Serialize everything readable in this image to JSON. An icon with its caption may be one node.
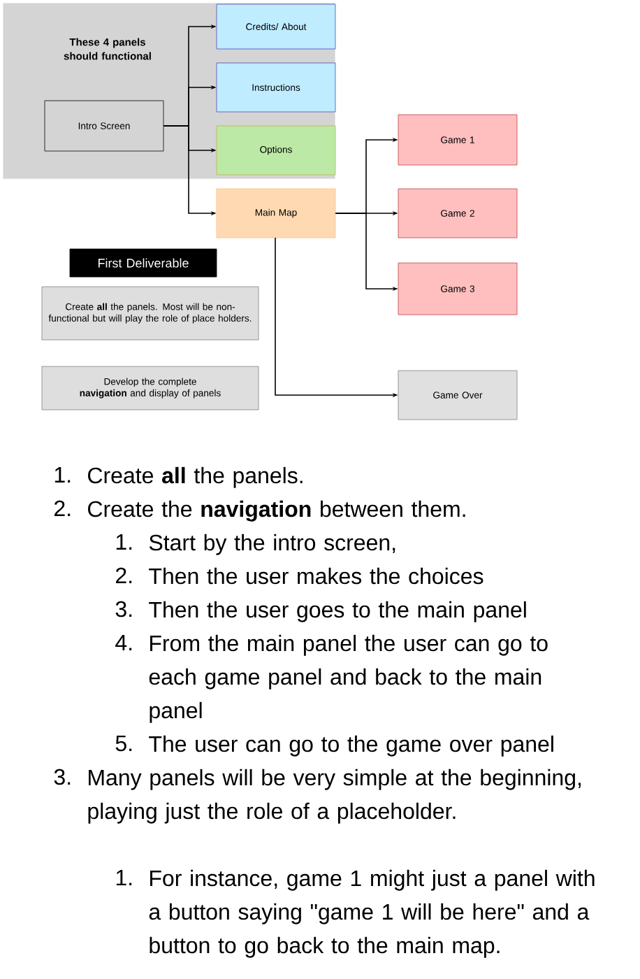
{
  "diagram": {
    "nodes": [
      {
        "text": [
          "These 4 panels should functional"
        ]
      },
      {
        "text": [
          "Intro Screen"
        ],
        "in": 0
      },
      {
        "text": [
          "Credits/ About"
        ],
        "in": 0
      },
      {
        "text": [
          "Instructions"
        ],
        "in": 0
      },
      {
        "text": [
          "Options"
        ],
        "in": 0
      },
      {
        "text": [
          "Main Map"
        ]
      },
      {
        "text": [
          "Game 1"
        ]
      },
      {
        "text": [
          "Game 2"
        ]
      },
      {
        "text": [
          "Game 3"
        ]
      },
      {
        "text": [
          "Game Over"
        ]
      },
      {
        "text": [
          "First Deliverable"
        ]
      },
      {
        "text": [
          "Create **all** the panels. Most will be non-functional but will play the role of place holders."
        ]
      },
      {
        "text": [
          "Develop the complete **navigation** and display of panels"
        ]
      }
    ],
    "edges": [
      {
        "from": 1,
        "to": 2,
        "arrow": "to"
      },
      {
        "from": 1,
        "to": 3,
        "arrow": "to"
      },
      {
        "from": 1,
        "to": 4,
        "arrow": "to"
      },
      {
        "from": 1,
        "to": 5,
        "arrow": "to"
      },
      {
        "from": 5,
        "to": 6,
        "arrow": "to"
      },
      {
        "from": 5,
        "to": 7,
        "arrow": "to"
      },
      {
        "from": 5,
        "to": 8,
        "arrow": "to"
      },
      {
        "from": 5,
        "to": 9,
        "arrow": "to"
      }
    ],
    "labels": [
      "1.",
      "Create **all** the panels.",
      "2.",
      "Create the **navigation** between them.",
      "1.",
      "Start by the intro screen,",
      "2.",
      "Then the user makes the choices",
      "3.",
      "Then the user goes to the main panel",
      "4.",
      "From the main panel the user can go to each game panel and back to the main panel",
      "5.",
      "The user can go to the game over panel",
      "3.",
      "Many panels will be very simple at the beginning, playing just the role of a placeholder.",
      "1.",
      "For instance, game 1 might just a panel with a button saying \"game 1 will be here\" and a button to go back to the main map."
    ]
  }
}
